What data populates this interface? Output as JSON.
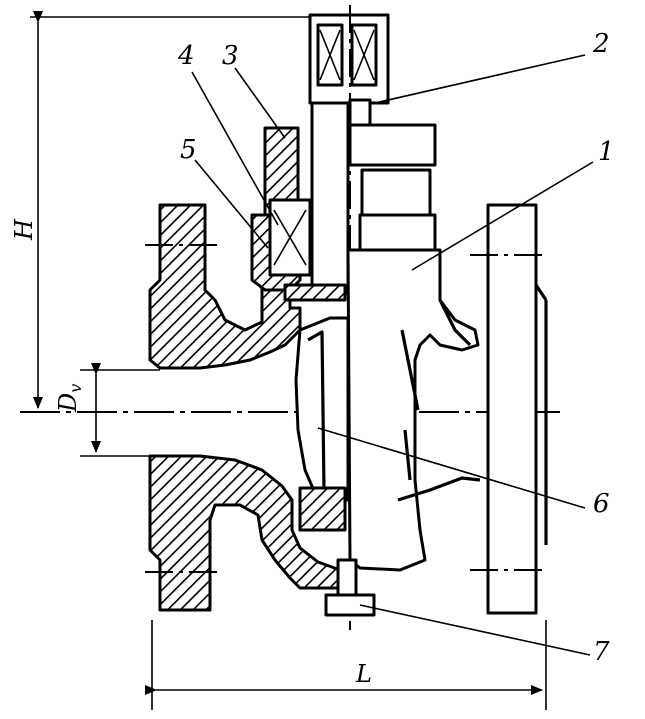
{
  "diagram": {
    "callouts": [
      {
        "id": "1",
        "text": "1"
      },
      {
        "id": "2",
        "text": "2"
      },
      {
        "id": "3",
        "text": "3"
      },
      {
        "id": "4",
        "text": "4"
      },
      {
        "id": "5",
        "text": "5"
      },
      {
        "id": "6",
        "text": "6"
      },
      {
        "id": "7",
        "text": "7"
      }
    ],
    "dimensions": {
      "height": "H",
      "diameter_main": "D",
      "diameter_sub": "v",
      "length": "L"
    }
  }
}
